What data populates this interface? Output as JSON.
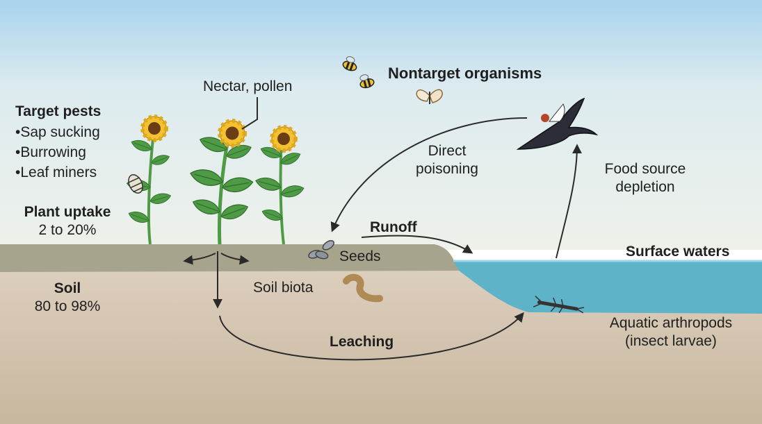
{
  "labels": {
    "target_pests": {
      "title": "Target pests",
      "items": [
        "•Sap sucking",
        "•Burrowing",
        "•Leaf miners"
      ]
    },
    "nectar_pollen": "Nectar, pollen",
    "nontarget_organisms": "Nontarget organisms",
    "direct_poisoning": [
      "Direct",
      "poisoning"
    ],
    "food_source_depletion": [
      "Food source",
      "depletion"
    ],
    "plant_uptake": {
      "title": "Plant uptake",
      "value": "2 to 20%"
    },
    "runoff": "Runoff",
    "seeds": "Seeds",
    "surface_waters": "Surface waters",
    "soil": {
      "title": "Soil",
      "value": "80 to 98%"
    },
    "soil_biota": "Soil biota",
    "leaching": "Leaching",
    "aquatic_arthropods": [
      "Aquatic arthropods",
      "(insect larvae)"
    ]
  },
  "icons": [
    "sunflower-icon",
    "bee-icon",
    "butterfly-icon",
    "swallow-icon",
    "moth-icon",
    "seeds-icon",
    "earthworm-icon",
    "insect-larva-icon"
  ],
  "colors": {
    "sky_top": "#a9d3ee",
    "sky_bottom": "#eef1ea",
    "ground_surface": "#a7a48d",
    "soil": "#d9cbb8",
    "water": "#5fb3c9",
    "arrow": "#2a2a2a",
    "sunflower": "#f2c230",
    "leaf": "#4f9a45"
  }
}
